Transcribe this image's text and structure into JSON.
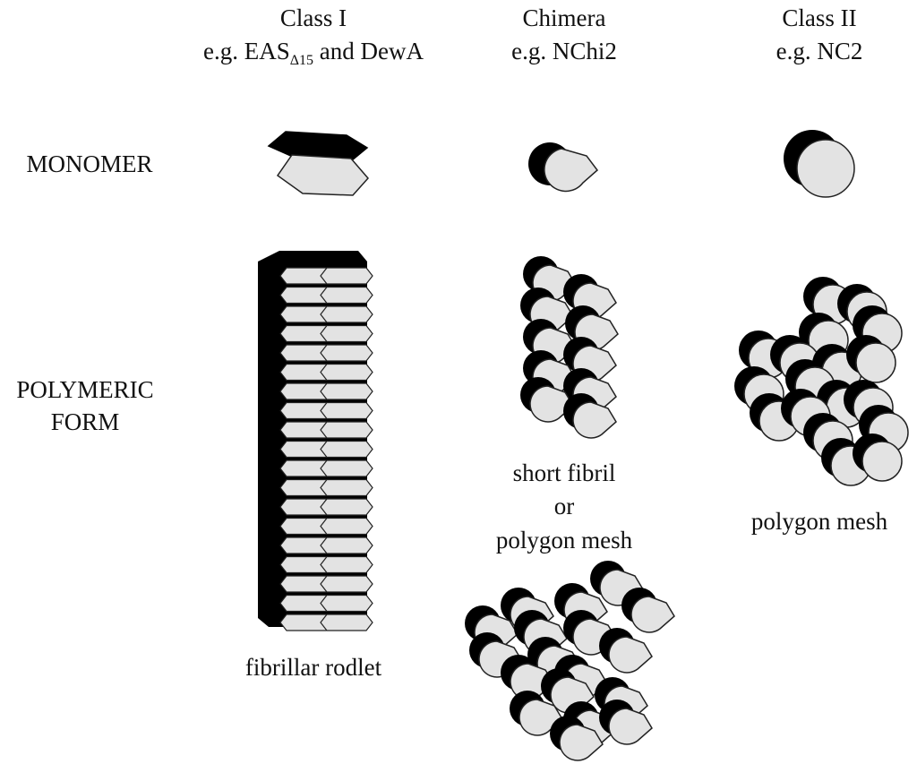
{
  "columns": [
    {
      "title": "Class I",
      "subtitle_prefix": "e.g. EAS",
      "subtitle_subscript": "Δ15",
      "subtitle_suffix": " and DewA"
    },
    {
      "title": "Chimera",
      "subtitle": "e.g. NChi2"
    },
    {
      "title": "Class II",
      "subtitle": "e.g. NC2"
    }
  ],
  "rows": {
    "monomer": "MONOMER",
    "polymeric_line1": "POLYMERIC",
    "polymeric_line2": "FORM"
  },
  "captions": {
    "class1": "fibrillar rodlet",
    "chimera_line1": "short fibril",
    "chimera_line2": "or",
    "chimera_line3": "polygon mesh",
    "class2": "polygon mesh"
  },
  "colors": {
    "shape_fill": "#e3e3e3",
    "shape_shadow": "#000000",
    "stroke": "#222222"
  }
}
